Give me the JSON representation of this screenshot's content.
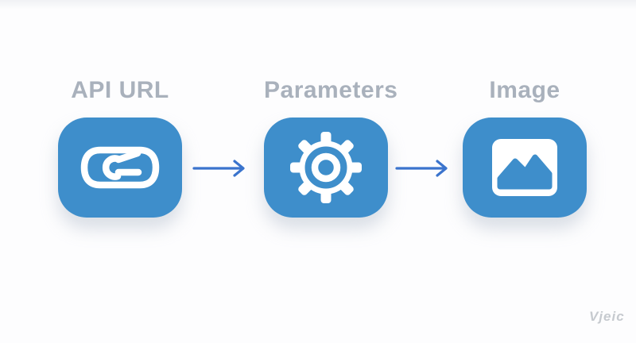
{
  "flow": {
    "steps": [
      {
        "label": "API URL",
        "icon": "link-icon"
      },
      {
        "label": "Parameters",
        "icon": "gear-icon"
      },
      {
        "label": "Image",
        "icon": "image-icon"
      }
    ]
  },
  "watermark": {
    "text": "Vjeic"
  },
  "theme": {
    "tile": "#3e8ecb",
    "arrow": "#3b74cd",
    "label": "#a9b1bc",
    "watermark": "#c6cacf",
    "shadow": "rgba(173,184,200,0.45)"
  }
}
